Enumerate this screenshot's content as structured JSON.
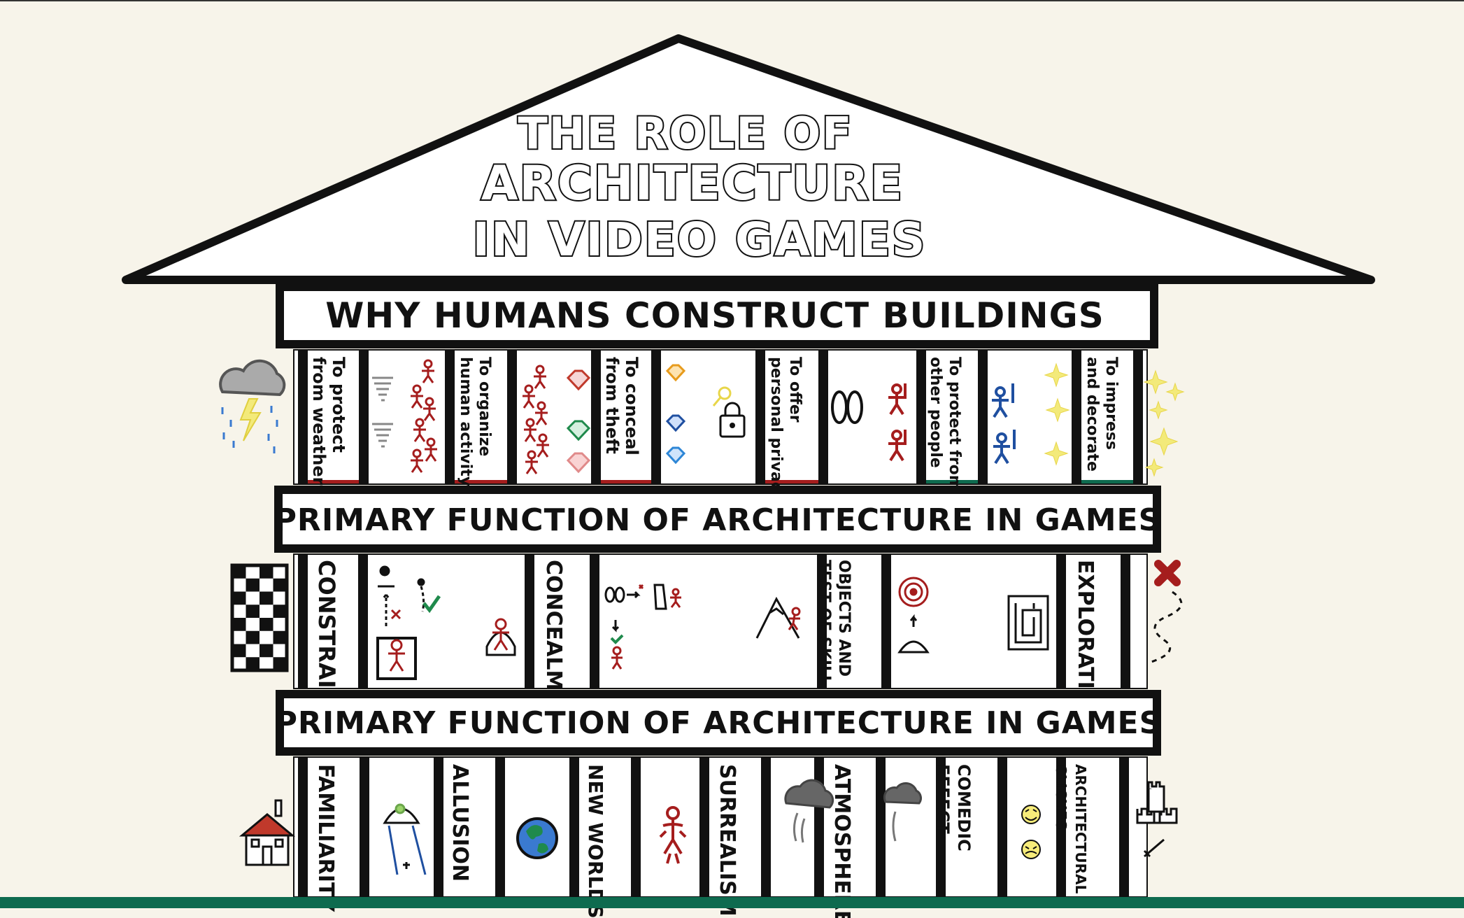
{
  "roof": {
    "title_lines": [
      "THE ROLE OF",
      "ARCHITECTURE",
      "IN VIDEO GAMES"
    ]
  },
  "band1": {
    "label": "WHY HUMANS CONSTRUCT BUILDINGS"
  },
  "band2": {
    "label": "PRIMARY FUNCTION OF ARCHITECTURE IN GAMES"
  },
  "band3": {
    "label": "PRIMARY FUNCTION OF ARCHITECTURE IN GAMES"
  },
  "row1": {
    "columns": [
      [
        "To protect",
        "from weather"
      ],
      [
        "To organize",
        "human activity"
      ],
      [
        "To conceal",
        "from theft"
      ],
      [
        "To offer",
        "personal privacy"
      ],
      [
        "To protect from",
        "other people"
      ],
      [
        "To impress",
        "and decorate"
      ]
    ]
  },
  "row2": {
    "columns": [
      [
        "CONSTRAINT"
      ],
      [
        "CONCEALMENT"
      ],
      [
        "OBJECTS AND",
        "TEST OF SKILL"
      ],
      [
        "EXPLORATION"
      ]
    ]
  },
  "row3": {
    "columns": [
      [
        "FAMILIARITY"
      ],
      [
        "ALLUSION"
      ],
      [
        "NEW WORLDS"
      ],
      [
        "SURREALISM"
      ],
      [
        "ATMOSPHERE"
      ],
      [
        "COMEDIC",
        "EFFECT"
      ],
      [
        "ARCHITECTURAL",
        "CLICHES"
      ]
    ]
  },
  "colors": {
    "background": "#f7f4ea",
    "ink": "#111111",
    "ground": "#0e6b4f",
    "red": "#a51d1d",
    "blue": "#1f4fa0",
    "green": "#1f8a4c",
    "yellow": "#f1e45a"
  }
}
